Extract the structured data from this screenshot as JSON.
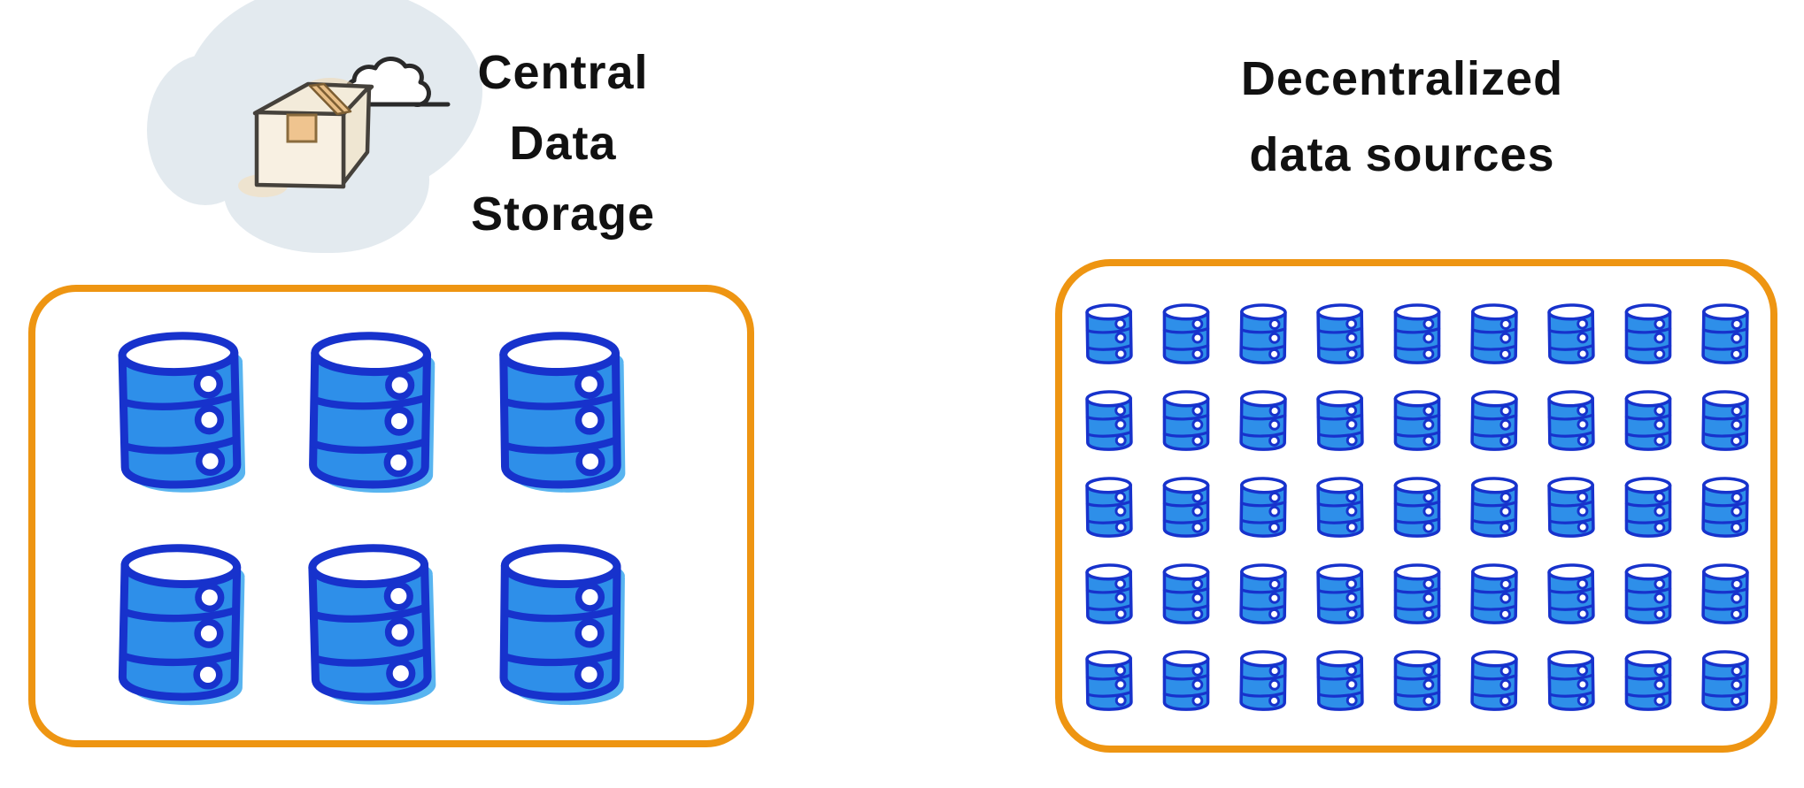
{
  "diagram": {
    "left": {
      "title_lines": [
        "Central",
        "Data",
        "Storage"
      ],
      "icon": "package-box-cloud-icon",
      "database_count": 6,
      "grid": {
        "rows": 2,
        "cols": 3
      }
    },
    "right": {
      "title_lines": [
        "Decentralized",
        "data sources"
      ],
      "database_count": 45,
      "grid": {
        "rows": 5,
        "cols": 9
      }
    },
    "colors": {
      "panel_border_orange": "#EE9512",
      "database_fill_blue": "#2E8FE9",
      "database_stroke_blue": "#1732CC",
      "database_shadow_blue": "#58B4F0",
      "cloud_blob_gray": "#E3EAEF",
      "box_cream": "#F8F0E2",
      "box_tape_tan": "#EFC48F",
      "outline_dark": "#45413B",
      "text_black": "#111111"
    }
  }
}
